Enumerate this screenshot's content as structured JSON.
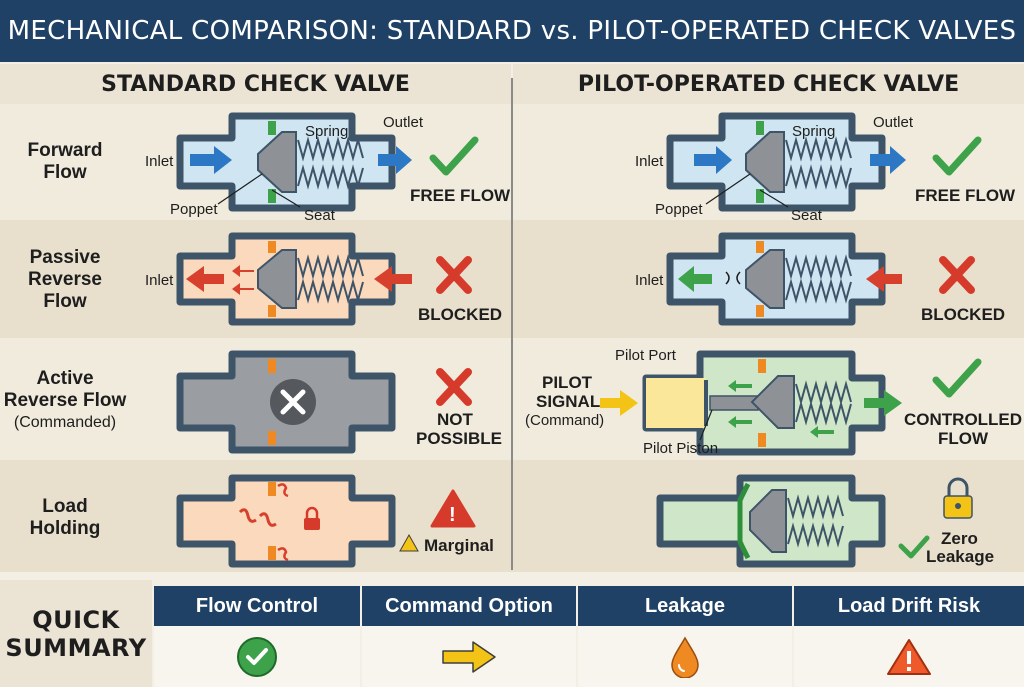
{
  "title": "MECHANICAL COMPARISON: STANDARD vs. PILOT-OPERATED CHECK VALVES",
  "columns": {
    "left": "STANDARD CHECK VALVE",
    "right": "PILOT-OPERATED CHECK VALVE"
  },
  "rows": [
    {
      "label_lines": [
        "Forward",
        "Flow"
      ],
      "sub": ""
    },
    {
      "label_lines": [
        "Passive",
        "Reverse",
        "Flow"
      ],
      "sub": ""
    },
    {
      "label_lines": [
        "Active",
        "Reverse Flow"
      ],
      "sub": "(Commanded)"
    },
    {
      "label_lines": [
        "Load",
        "Holding"
      ],
      "sub": ""
    }
  ],
  "parts": {
    "inlet": "Inlet",
    "outlet": "Outlet",
    "spring": "Spring",
    "poppet": "Poppet",
    "seat": "Seat",
    "pilot_port": "Pilot Port",
    "pilot_signal": "PILOT",
    "pilot_signal_2": "SIGNAL",
    "pilot_command": "(Command)",
    "pilot_piston": "Pilot Piston"
  },
  "status": {
    "free_flow": "FREE FLOW",
    "blocked": "BLOCKED",
    "not_possible_1": "NOT",
    "not_possible_2": "POSSIBLE",
    "controlled_1": "CONTROLLED",
    "controlled_2": "FLOW",
    "marginal": "Marginal",
    "zero_1": "Zero",
    "zero_2": "Leakage"
  },
  "summary": {
    "label_lines": [
      "QUICK",
      "SUMMARY"
    ],
    "headers": [
      "Flow Control",
      "Command Option",
      "Leakage",
      "Load Drift Risk"
    ],
    "icons": [
      "check-circle-icon",
      "arrow-right-icon",
      "drop-icon",
      "warning-icon"
    ]
  },
  "colors": {
    "header_navy": "#1f4166",
    "band_light": "#f4efe4",
    "band_dark": "#e7e0cf",
    "flow_blue": "#cfe5f2",
    "reverse_peach": "#fbd9bd",
    "controlled_green": "#cfe7c8",
    "blocked_gray": "#9a9ea2",
    "check_green": "#3ea24a",
    "cross_red": "#d63a2a",
    "warning_yellow": "#f3c316",
    "arrow_blue": "#2d78c4",
    "arrow_red": "#d6402c",
    "arrow_green": "#3ea24a"
  }
}
